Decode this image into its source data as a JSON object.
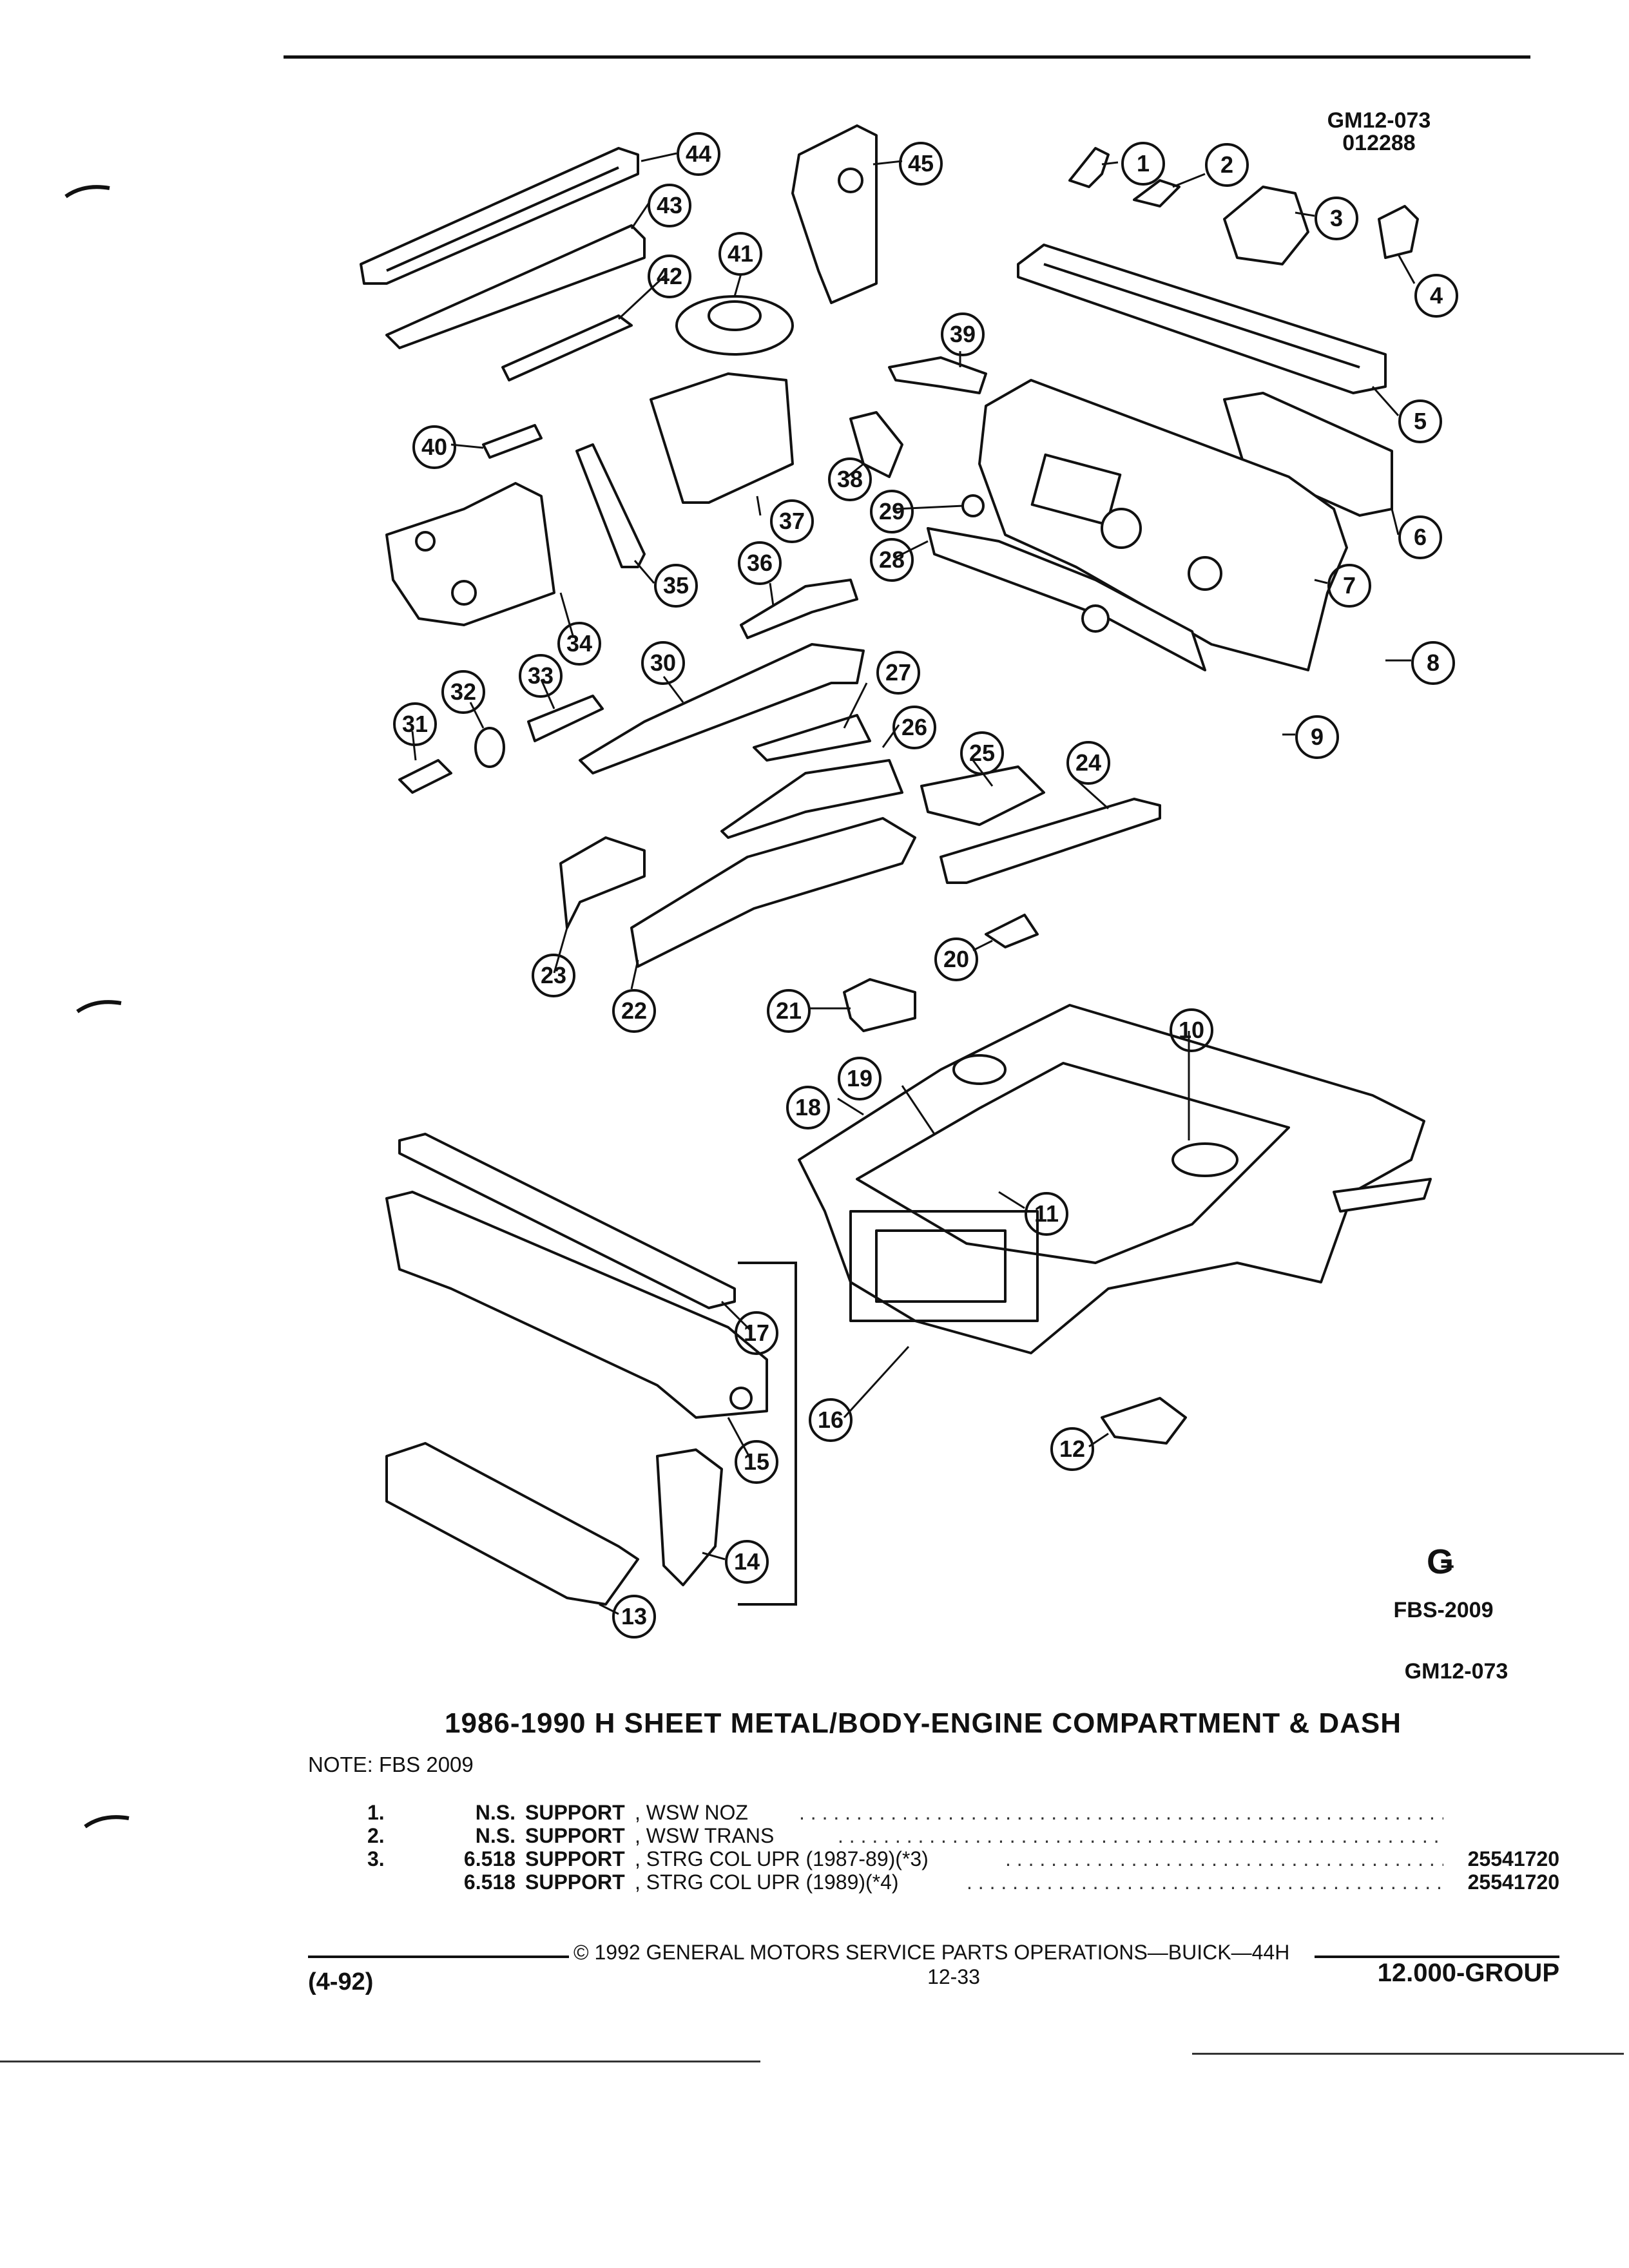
{
  "header": {
    "code": "GM12-073",
    "date_code": "012288"
  },
  "figure": {
    "symbol": "Ǥ",
    "fbs_ref": "FBS-2009",
    "bottom_code": "GM12-073",
    "callouts": [
      "1",
      "2",
      "3",
      "4",
      "5",
      "6",
      "7",
      "8",
      "9",
      "10",
      "11",
      "12",
      "13",
      "14",
      "15",
      "16",
      "17",
      "18",
      "19",
      "20",
      "21",
      "22",
      "23",
      "24",
      "25",
      "26",
      "27",
      "28",
      "29",
      "30",
      "31",
      "32",
      "33",
      "34",
      "35",
      "36",
      "37",
      "38",
      "39",
      "40",
      "41",
      "42",
      "43",
      "44",
      "45"
    ]
  },
  "title": "1986-1990 H SHEET METAL/BODY-ENGINE COMPARTMENT & DASH",
  "note": "NOTE:  FBS 2009",
  "parts": [
    {
      "index": "1.",
      "qty": "N.S.",
      "name": "SUPPORT",
      "desc": ", WSW NOZ",
      "part_no": ""
    },
    {
      "index": "2.",
      "qty": "N.S.",
      "name": "SUPPORT",
      "desc": ", WSW TRANS",
      "part_no": ""
    },
    {
      "index": "3.",
      "qty": "6.518",
      "name": "SUPPORT",
      "desc": ", STRG COL UPR (1987-89)(*3)",
      "part_no": "25541720"
    },
    {
      "index": "",
      "qty": "6.518",
      "name": "SUPPORT",
      "desc": ", STRG COL UPR (1989)(*4)",
      "part_no": "25541720"
    }
  ],
  "footer": {
    "copyright": "©  1992  GENERAL MOTORS SERVICE PARTS OPERATIONS—BUICK—44H",
    "date": "(4-92)",
    "page": "12-33",
    "group": "12.000-GROUP"
  }
}
